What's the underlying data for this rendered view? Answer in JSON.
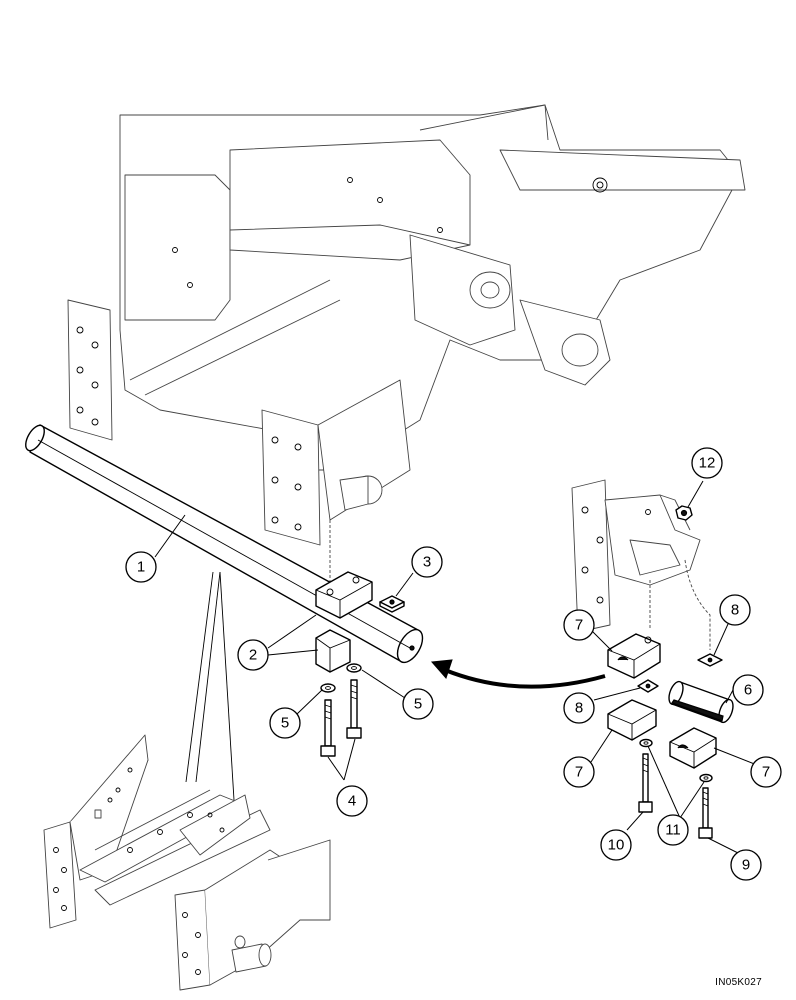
{
  "figure_code": "IN05K027",
  "callouts": [
    {
      "id": "c1",
      "number": "1"
    },
    {
      "id": "c2",
      "number": "2"
    },
    {
      "id": "c3",
      "number": "3"
    },
    {
      "id": "c4",
      "number": "4"
    },
    {
      "id": "c5a",
      "number": "5"
    },
    {
      "id": "c5b",
      "number": "5"
    },
    {
      "id": "c6",
      "number": "6"
    },
    {
      "id": "c7a",
      "number": "7"
    },
    {
      "id": "c7b",
      "number": "7"
    },
    {
      "id": "c7c",
      "number": "7"
    },
    {
      "id": "c8a",
      "number": "8"
    },
    {
      "id": "c8b",
      "number": "8"
    },
    {
      "id": "c9",
      "number": "9"
    },
    {
      "id": "c10",
      "number": "10"
    },
    {
      "id": "c11",
      "number": "11"
    },
    {
      "id": "c12",
      "number": "12"
    }
  ]
}
